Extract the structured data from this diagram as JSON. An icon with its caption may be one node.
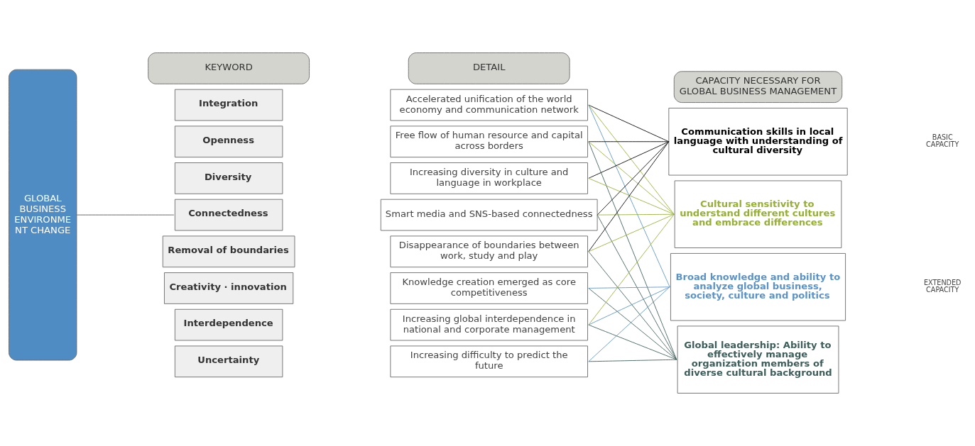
{
  "diagram": {
    "nodes": [
      {
        "text": [
          "GLOBAL BUSINESS ENVIRONMENT CHANGE"
        ]
      },
      {
        "text": [
          "KEYWORD"
        ]
      },
      {
        "text": [
          "DETAIL"
        ]
      },
      {
        "text": [
          "CAPACITY NECESSARY FOR GLOBAL BUSINESS MANAGEMENT"
        ]
      },
      {
        "text": [
          "Integration"
        ]
      },
      {
        "text": [
          "Openness"
        ]
      },
      {
        "text": [
          "Diversity"
        ]
      },
      {
        "text": [
          "Connectedness"
        ]
      },
      {
        "text": [
          "Removal of boundaries"
        ]
      },
      {
        "text": [
          "Creativity · innovation"
        ]
      },
      {
        "text": [
          "Interdependence"
        ]
      },
      {
        "text": [
          "Uncertainty"
        ]
      },
      {
        "text": [
          "Accelerated unification of the world economy and communication network"
        ]
      },
      {
        "text": [
          "Free flow of human resource and capital across borders"
        ]
      },
      {
        "text": [
          "Increasing diversity in culture and language in workplace"
        ]
      },
      {
        "text": [
          "Smart media and SNS-based connectedness"
        ]
      },
      {
        "text": [
          "Disappearance of boundaries between work, study and play"
        ]
      },
      {
        "text": [
          "Knowledge creation emerged as core competitiveness"
        ]
      },
      {
        "text": [
          "Increasing global interdependence in national and corporate management"
        ]
      },
      {
        "text": [
          "Increasing difficulty to predict the future"
        ]
      },
      {
        "text": [
          "Communication skills in local language with understanding of cultural diversity"
        ]
      },
      {
        "text": [
          "Cultural sensitivity to understand different cultures and embrace differences"
        ]
      },
      {
        "text": [
          "Broad knowledge and ability to analyze global business, society, culture and politics"
        ]
      },
      {
        "text": [
          "Global leadership: Ability to effectively manage organization members of diverse cultural background"
        ]
      }
    ],
    "edges": [
      {
        "from": 0,
        "to": 7,
        "arrow": "none",
        "color": "#555555"
      },
      {
        "from": 12,
        "to": 20,
        "arrow": "none",
        "color": "#000000"
      },
      {
        "from": 12,
        "to": 21,
        "arrow": "none",
        "color": "#95b034"
      },
      {
        "from": 12,
        "to": 22,
        "arrow": "none",
        "color": "#5b93c8"
      },
      {
        "from": 13,
        "to": 20,
        "arrow": "none",
        "color": "#000000"
      },
      {
        "from": 13,
        "to": 21,
        "arrow": "none",
        "color": "#95b034"
      },
      {
        "from": 13,
        "to": 23,
        "arrow": "none",
        "color": "#3d5e5a"
      },
      {
        "from": 14,
        "to": 20,
        "arrow": "none",
        "color": "#000000"
      },
      {
        "from": 14,
        "to": 21,
        "arrow": "none",
        "color": "#95b034"
      },
      {
        "from": 15,
        "to": 20,
        "arrow": "none",
        "color": "#000000"
      },
      {
        "from": 15,
        "to": 21,
        "arrow": "none",
        "color": "#95b034"
      },
      {
        "from": 15,
        "to": 23,
        "arrow": "none",
        "color": "#3d5e5a"
      },
      {
        "from": 16,
        "to": 20,
        "arrow": "none",
        "color": "#000000"
      },
      {
        "from": 16,
        "to": 21,
        "arrow": "none",
        "color": "#95b034"
      },
      {
        "from": 16,
        "to": 23,
        "arrow": "none",
        "color": "#3d5e5a"
      },
      {
        "from": 17,
        "to": 22,
        "arrow": "none",
        "color": "#5b93c8"
      },
      {
        "from": 17,
        "to": 23,
        "arrow": "none",
        "color": "#3d5e5a"
      },
      {
        "from": 18,
        "to": 21,
        "arrow": "none",
        "color": "#95b034"
      },
      {
        "from": 18,
        "to": 22,
        "arrow": "none",
        "color": "#5b93c8"
      },
      {
        "from": 18,
        "to": 23,
        "arrow": "none",
        "color": "#3d5e5a"
      },
      {
        "from": 19,
        "to": 22,
        "arrow": "none",
        "color": "#5b93c8"
      },
      {
        "from": 19,
        "to": 23,
        "arrow": "none",
        "color": "#3d5e5a"
      }
    ],
    "labels": [
      "BASIC CAPACITY",
      "EXTENDED CAPACITY"
    ]
  }
}
